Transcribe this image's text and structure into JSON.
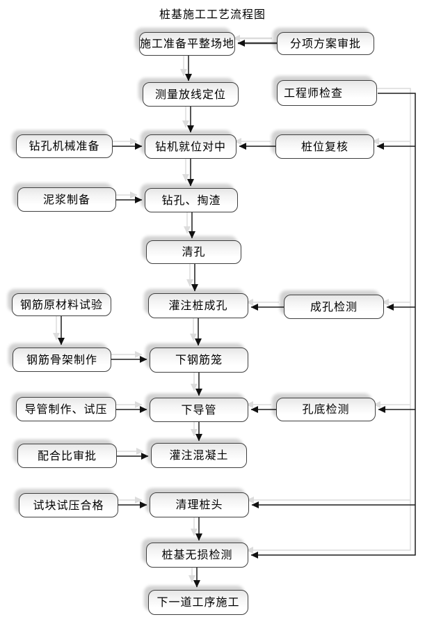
{
  "title": "桩基施工工艺流程图",
  "flowchart": {
    "nodes": {
      "site_prep": {
        "label": "施工准备平整场地"
      },
      "plan_approval": {
        "label": "分项方案审批"
      },
      "survey_layout": {
        "label": "测量放线定位"
      },
      "engineer_check": {
        "label": "工程师检查"
      },
      "drill_machine_prep": {
        "label": "钻孔机械准备"
      },
      "rig_centering": {
        "label": "钻机就位对中"
      },
      "pile_position_recheck": {
        "label": "桩位复核"
      },
      "mud_preparation": {
        "label": "泥浆制备"
      },
      "drilling_slag_removal": {
        "label": "钻孔、掏渣"
      },
      "hole_cleaning": {
        "label": "清孔"
      },
      "pile_hole_forming": {
        "label": "灌注桩成孔"
      },
      "hole_forming_inspection": {
        "label": "成孔检测"
      },
      "rebar_material_test": {
        "label": "钢筋原材料试验"
      },
      "rebar_cage_fabrication": {
        "label": "钢筋骨架制作"
      },
      "lower_rebar_cage": {
        "label": "下钢筋笼"
      },
      "conduit_fabrication_test": {
        "label": "导管制作、试压"
      },
      "lower_conduit": {
        "label": "下导管"
      },
      "hole_bottom_inspection": {
        "label": "孔底检测"
      },
      "mix_ratio_approval": {
        "label": "配合比审批"
      },
      "pour_concrete": {
        "label": "灌注混凝土"
      },
      "test_block_passed": {
        "label": "试块试压合格"
      },
      "clean_pile_head": {
        "label": "清理桩头"
      },
      "pile_ndt": {
        "label": "桩基无损检测"
      },
      "next_process": {
        "label": "下一道工序施工"
      }
    },
    "edges": [
      {
        "from": "plan_approval",
        "to": "site_prep"
      },
      {
        "from": "site_prep",
        "to": "survey_layout"
      },
      {
        "from": "survey_layout",
        "to": "rig_centering"
      },
      {
        "from": "engineer_check",
        "to": "pile_position_recheck"
      },
      {
        "from": "engineer_check",
        "to": "hole_forming_inspection"
      },
      {
        "from": "engineer_check",
        "to": "hole_bottom_inspection"
      },
      {
        "from": "engineer_check",
        "to": "clean_pile_head"
      },
      {
        "from": "engineer_check",
        "to": "pile_ndt"
      },
      {
        "from": "pile_position_recheck",
        "to": "rig_centering"
      },
      {
        "from": "drill_machine_prep",
        "to": "rig_centering"
      },
      {
        "from": "rig_centering",
        "to": "drilling_slag_removal"
      },
      {
        "from": "mud_preparation",
        "to": "drilling_slag_removal"
      },
      {
        "from": "drilling_slag_removal",
        "to": "hole_cleaning"
      },
      {
        "from": "hole_cleaning",
        "to": "pile_hole_forming"
      },
      {
        "from": "hole_forming_inspection",
        "to": "pile_hole_forming"
      },
      {
        "from": "pile_hole_forming",
        "to": "lower_rebar_cage"
      },
      {
        "from": "rebar_material_test",
        "to": "rebar_cage_fabrication"
      },
      {
        "from": "rebar_cage_fabrication",
        "to": "lower_rebar_cage"
      },
      {
        "from": "lower_rebar_cage",
        "to": "lower_conduit"
      },
      {
        "from": "conduit_fabrication_test",
        "to": "lower_conduit"
      },
      {
        "from": "hole_bottom_inspection",
        "to": "lower_conduit"
      },
      {
        "from": "lower_conduit",
        "to": "pour_concrete"
      },
      {
        "from": "mix_ratio_approval",
        "to": "pour_concrete"
      },
      {
        "from": "test_block_passed",
        "to": "clean_pile_head"
      },
      {
        "from": "clean_pile_head",
        "to": "pile_ndt"
      },
      {
        "from": "pile_ndt",
        "to": "next_process"
      }
    ],
    "colors": {
      "box_border": "#3f3f3f",
      "box_fill_top": "#e6e6e6",
      "box_fill_bottom": "#ffffff",
      "box_shadow": "#d5d5d5",
      "line": "#1c1c1c",
      "line_shadow": "#dcdcdc",
      "text": "#000000"
    }
  }
}
